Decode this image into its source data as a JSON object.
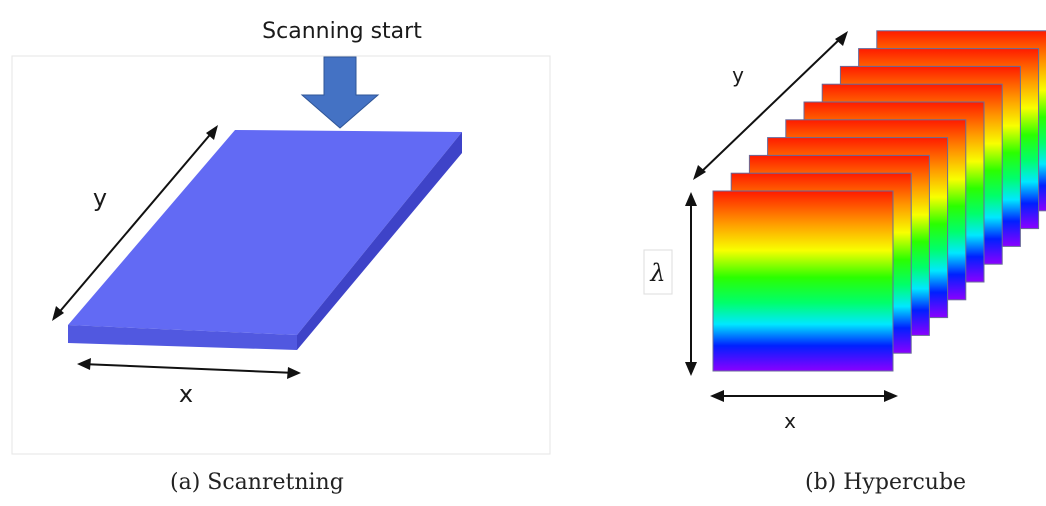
{
  "panel_a": {
    "scan_label": "Scanning start",
    "y_label": "y",
    "x_label": "x",
    "caption": "(a) Scanretning",
    "slab_color": "#5f66f2",
    "arrow_color": "#4472c4"
  },
  "panel_b": {
    "y_label": "y",
    "lambda_label": "λ",
    "x_label": "x",
    "caption": "(b) Hypercube",
    "frame_count": 10
  }
}
